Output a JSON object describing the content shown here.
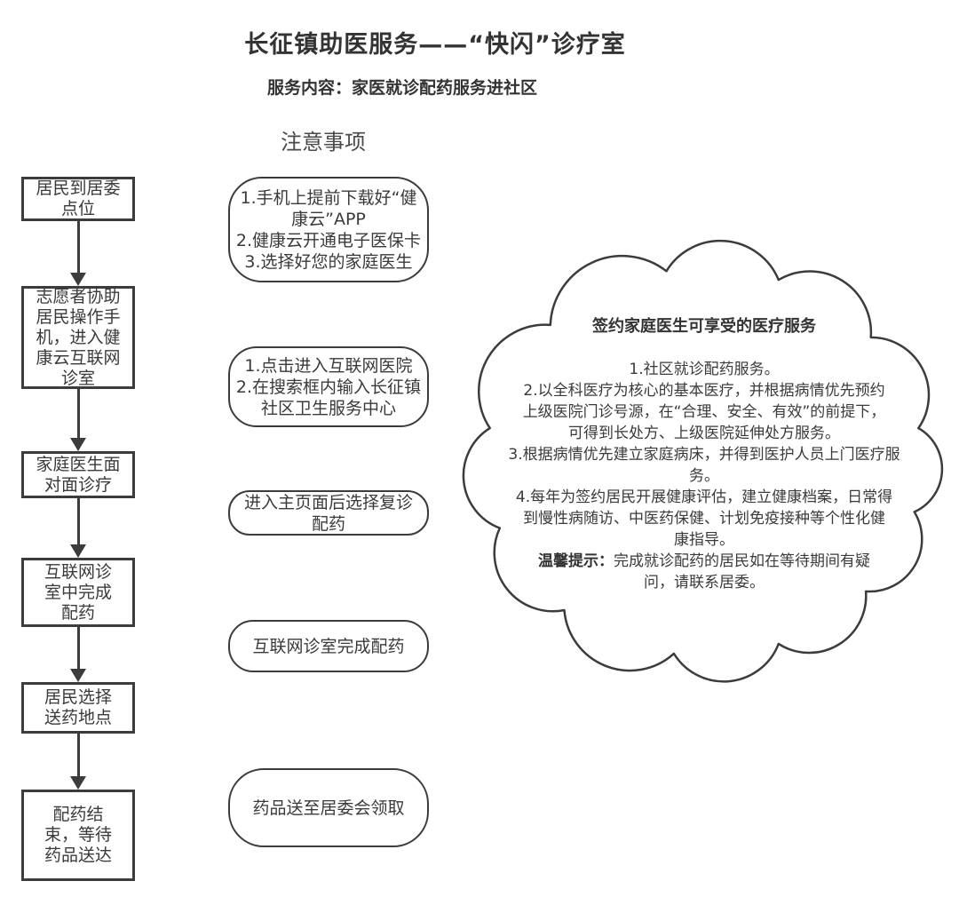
{
  "header": {
    "title": "长征镇助医服务——“快闪”诊疗室",
    "subtitle": "服务内容：家医就诊配药服务进社区",
    "notes_heading": "注意事项"
  },
  "steps": [
    {
      "label": "居民到居委\n点位"
    },
    {
      "label": "志愿者协助\n居民操作手\n机，进入健\n康云互联网\n诊室"
    },
    {
      "label": "家庭医生面\n对面诊疗"
    },
    {
      "label": "互联网诊\n室中完成\n配药"
    },
    {
      "label": "居民选择\n送药地点"
    },
    {
      "label": "配药结\n束，等待\n药品送达"
    }
  ],
  "notes": [
    {
      "text": "1.手机上提前下载好“健\n康云”APP\n2.健康云开通电子医保卡\n3.选择好您的家庭医生"
    },
    {
      "text": "1.点击进入互联网医院\n2.在搜索框内输入长征镇\n社区卫生服务中心"
    },
    {
      "text": "进入主页面后选择复诊\n配药"
    },
    {
      "text": "互联网诊室完成配药"
    },
    {
      "text": "药品送至居委会领取"
    }
  ],
  "cloud": {
    "title": "签约家庭医生可享受的医疗服务",
    "items": [
      "1.社区就诊配药服务。",
      "2.以全科医疗为核心的基本医疗，并根据病情优先预约\n上级医院门诊号源，在“合理、安全、有效”的前提下，\n可得到长处方、上级医院延伸处方服务。",
      "3.根据病情优先建立家庭病床，并得到医护人员上门医疗服\n务。",
      "4.每年为签约居民开展健康评估，建立健康档案，日常得\n到慢性病随访、中医药保健、计划免疫接种等个性化健\n康指导。"
    ],
    "tip_label": "温馨提示：",
    "tip_text": "完成就诊配药的居民如在等待期间有疑\n问，请联系居委。"
  },
  "colors": {
    "line": "#3c3c3c",
    "text": "#3a3a3a",
    "background": "#ffffff"
  }
}
